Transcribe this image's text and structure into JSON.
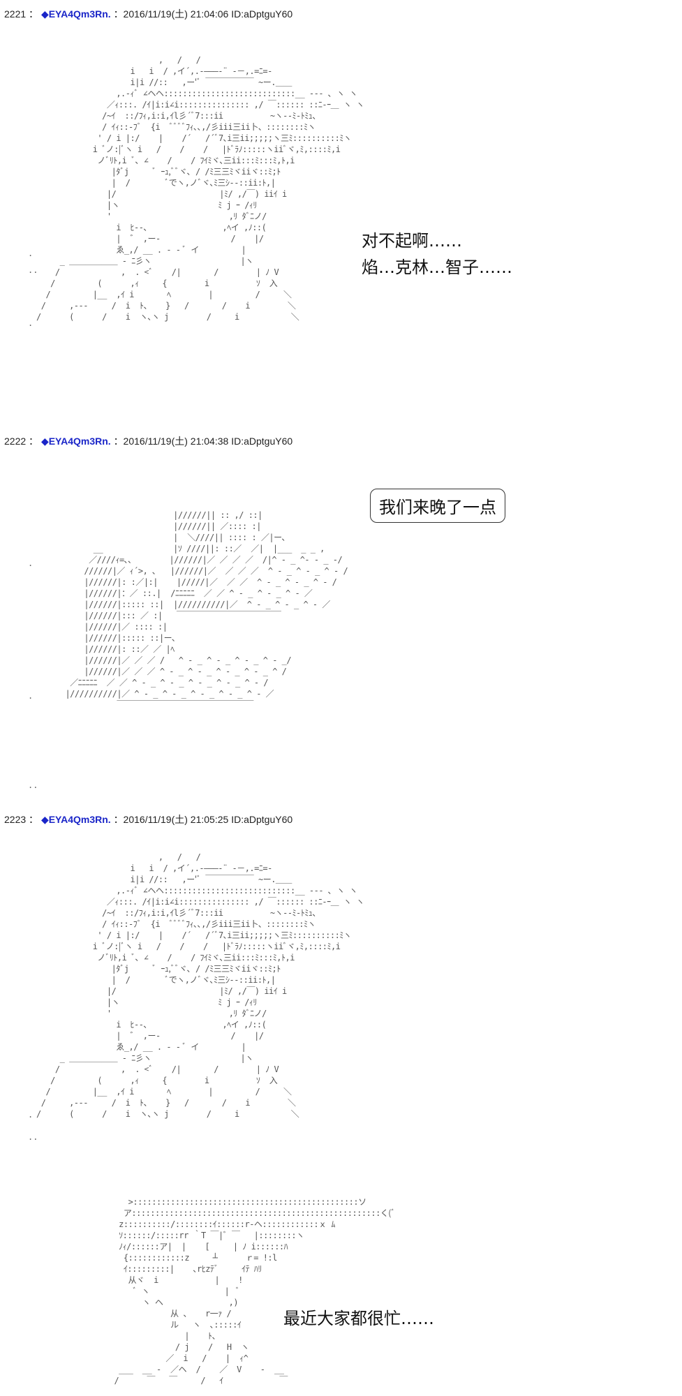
{
  "posts": [
    {
      "number": "2221",
      "separator": "：",
      "trip": "◆EYA4Qm3Rn.",
      "meta": "：2016/11/19(土) 21:04:06 ID:aDptguY60",
      "dialogue_line1": "对不起啊……",
      "dialogue_line2": "焰…克林…智子……"
    },
    {
      "number": "2222",
      "separator": "：",
      "trip": "◆EYA4Qm3Rn.",
      "meta": "：2016/11/19(土) 21:04:38 ID:aDptguY60",
      "bubble_text": "我们来晚了一点"
    },
    {
      "number": "2223",
      "separator": "：",
      "trip": "◆EYA4Qm3Rn.",
      "meta": "：2016/11/19(土) 21:05:25 ID:aDptguY60",
      "dialogue_line1": "最近大家都很忙……"
    }
  ]
}
